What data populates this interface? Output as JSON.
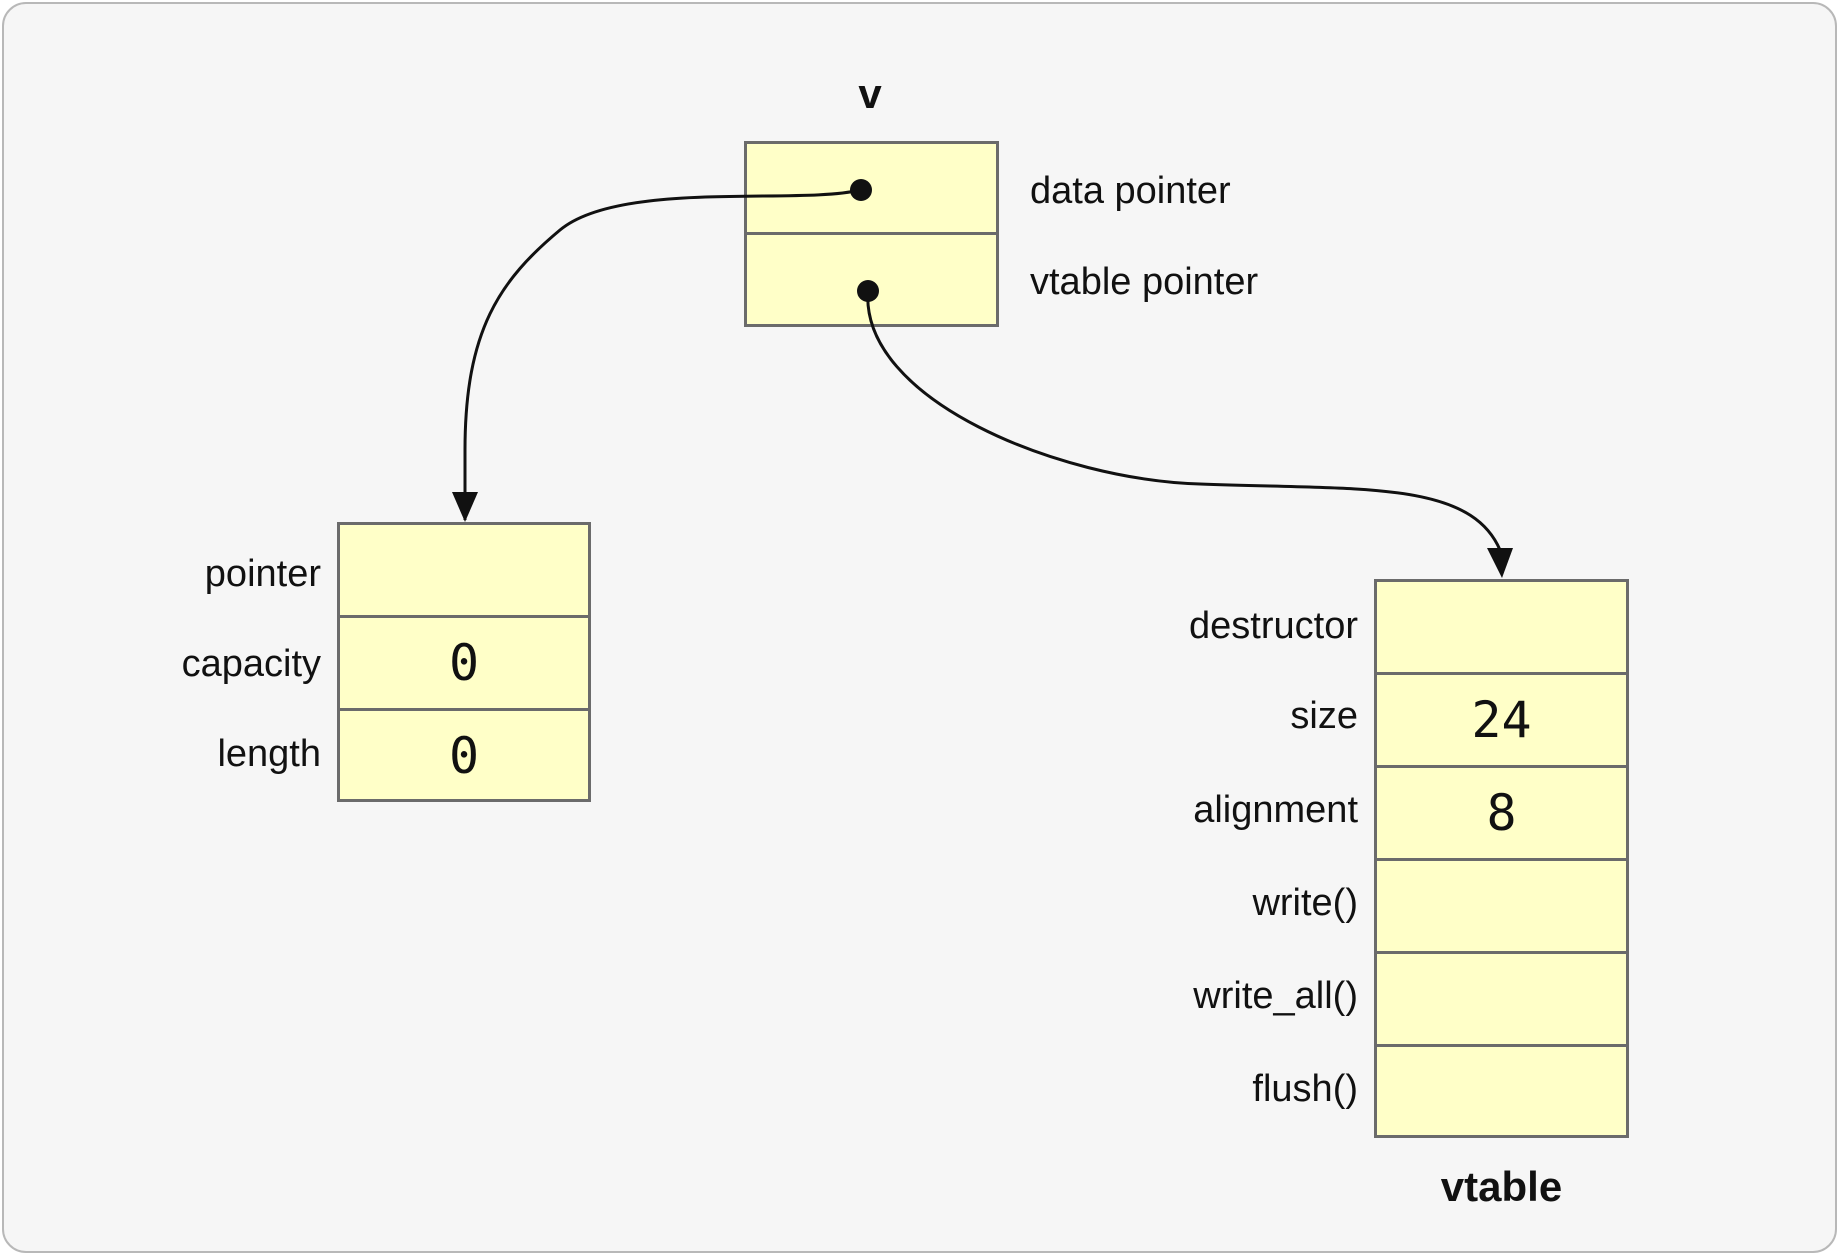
{
  "v": {
    "title": "v",
    "fields": [
      "data pointer",
      "vtable pointer"
    ]
  },
  "vec": {
    "labels": [
      "pointer",
      "capacity",
      "length"
    ],
    "values": [
      "",
      "0",
      "0"
    ]
  },
  "vtable": {
    "title": "vtable",
    "labels": [
      "destructor",
      "size",
      "alignment",
      "write()",
      "write_all()",
      "flush()"
    ],
    "values": [
      "",
      "24",
      "8",
      "",
      "",
      ""
    ]
  }
}
